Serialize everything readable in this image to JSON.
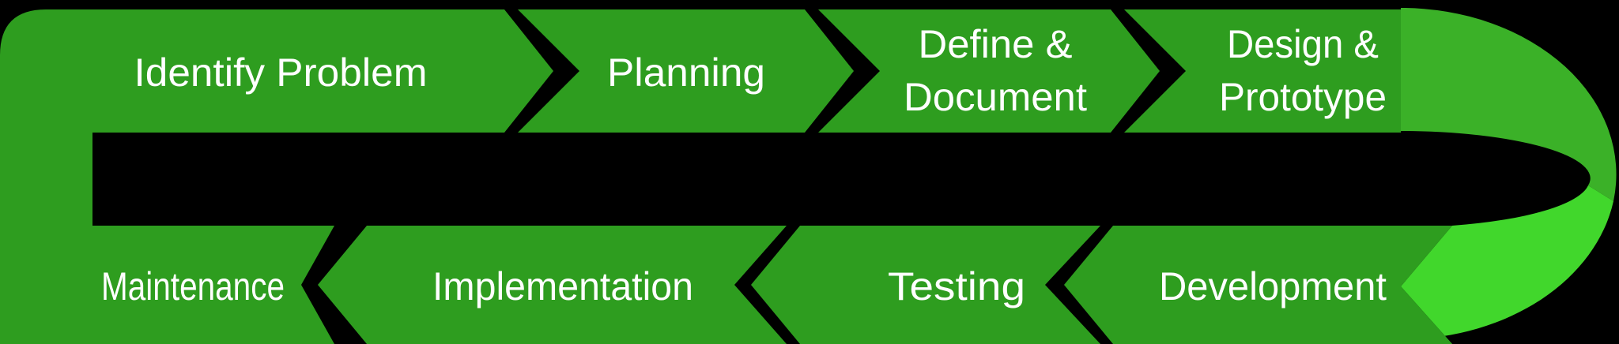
{
  "colors": {
    "background": "#000000",
    "stage_green": "#2E9D1F",
    "curve_green_upper": "#3BB128",
    "curve_green_lower": "#41D72C",
    "label_text": "#FFFFFF"
  },
  "stages": {
    "top_row": [
      {
        "label": "Identify Problem"
      },
      {
        "label": "Planning"
      },
      {
        "label": "Define & Document",
        "line1": "Define &",
        "line2": "Document"
      },
      {
        "label": "Design & Prototype",
        "line1": "Design &",
        "line2": "Prototype"
      }
    ],
    "bottom_row": [
      {
        "label": "Development"
      },
      {
        "label": "Testing"
      },
      {
        "label": "Implementation"
      },
      {
        "label": "Maintenance"
      }
    ]
  }
}
